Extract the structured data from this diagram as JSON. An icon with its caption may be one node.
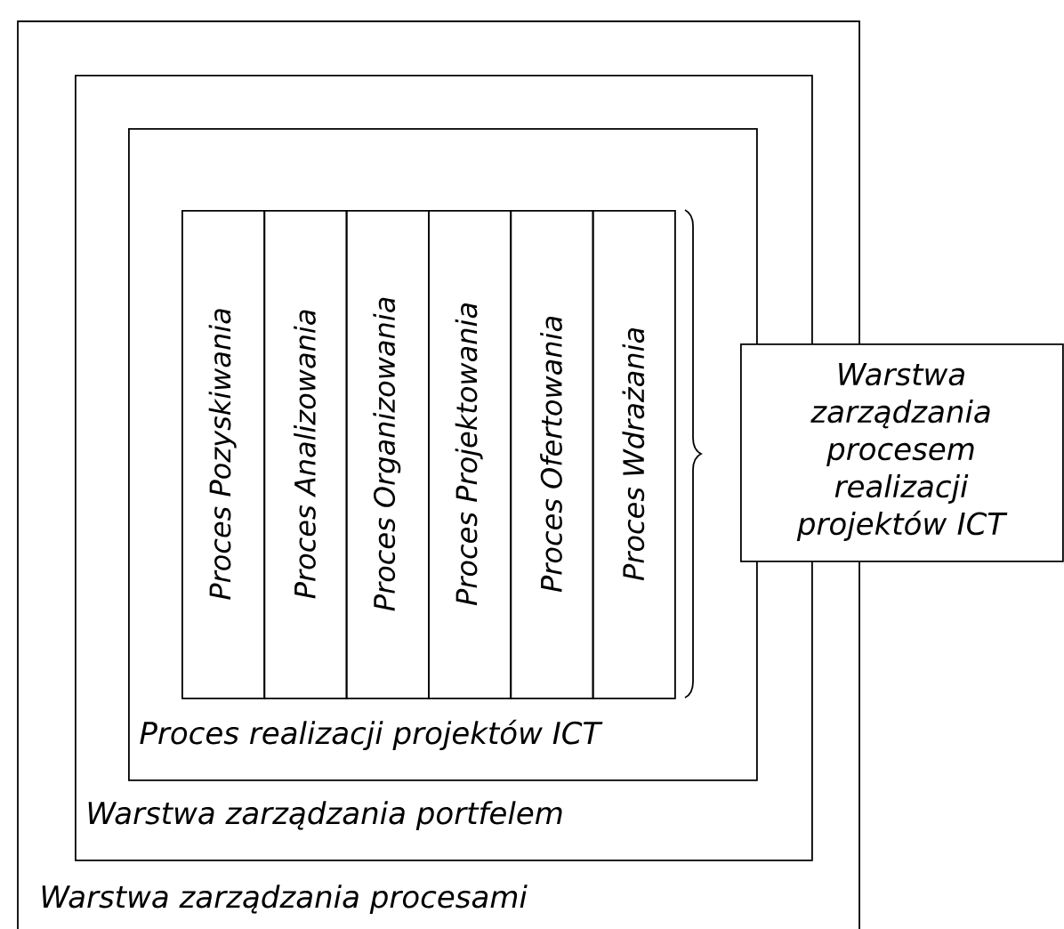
{
  "diagram": {
    "nodes": [
      {
        "text": [
          "Warstwa zarządzania procesami"
        ]
      },
      {
        "text": [
          "Warstwa zarządzania portfelem"
        ],
        "in": 0
      },
      {
        "text": [
          "Proces realizacji projektów ICT"
        ],
        "in": 1
      },
      {
        "text": [
          "Proces Pozyskiwania"
        ],
        "in": 2
      },
      {
        "text": [
          "Proces Analizowania"
        ],
        "in": 2
      },
      {
        "text": [
          "Proces Organizowania"
        ],
        "in": 2
      },
      {
        "text": [
          "Proces Projektowania"
        ],
        "in": 2
      },
      {
        "text": [
          "Proces Ofertowania"
        ],
        "in": 2
      },
      {
        "text": [
          "Proces Wdrażania"
        ],
        "in": 2
      },
      {
        "text": [
          "Warstwa zarządzania procesem realizacji projektów ICT"
        ]
      }
    ]
  }
}
